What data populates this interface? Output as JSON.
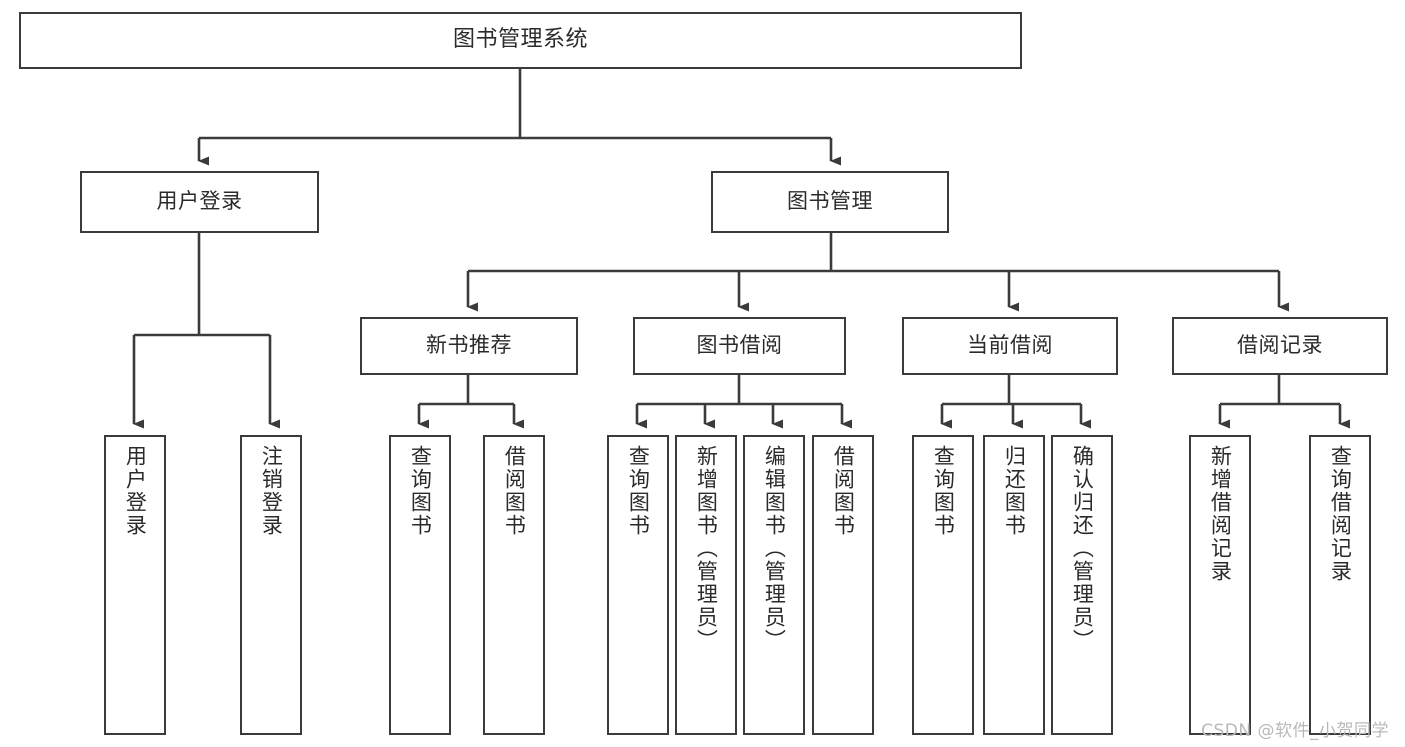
{
  "diagram": {
    "title_node": {
      "label": "图书管理系统"
    },
    "level1": [
      {
        "id": "user-login",
        "label": "用户登录"
      },
      {
        "id": "book-manage",
        "label": "图书管理"
      }
    ],
    "level2": [
      {
        "id": "new-book-rec",
        "label": "新书推荐"
      },
      {
        "id": "book-borrow",
        "label": "图书借阅"
      },
      {
        "id": "current-borrow",
        "label": "当前借阅"
      },
      {
        "id": "borrow-record",
        "label": "借阅记录"
      }
    ],
    "leaves": [
      {
        "id": "leaf-user-login",
        "label": "用户登录",
        "parent": "user-login"
      },
      {
        "id": "leaf-logout-login",
        "label": "注销登录",
        "parent": "user-login"
      },
      {
        "id": "leaf-query-book-1",
        "label": "查询图书",
        "parent": "new-book-rec"
      },
      {
        "id": "leaf-borrow-book-1",
        "label": "借阅图书",
        "parent": "new-book-rec"
      },
      {
        "id": "leaf-query-book-2",
        "label": "查询图书",
        "parent": "book-borrow"
      },
      {
        "id": "leaf-add-book",
        "label": "新增图书（管理员）",
        "parent": "book-borrow"
      },
      {
        "id": "leaf-edit-book",
        "label": "编辑图书（管理员）",
        "parent": "book-borrow"
      },
      {
        "id": "leaf-borrow-book-2",
        "label": "借阅图书",
        "parent": "book-borrow"
      },
      {
        "id": "leaf-query-book-3",
        "label": "查询图书",
        "parent": "current-borrow"
      },
      {
        "id": "leaf-return-book",
        "label": "归还图书",
        "parent": "current-borrow"
      },
      {
        "id": "leaf-confirm-return",
        "label": "确认归还（管理员）",
        "parent": "current-borrow"
      },
      {
        "id": "leaf-add-record",
        "label": "新增借阅记录",
        "parent": "borrow-record"
      },
      {
        "id": "leaf-query-record",
        "label": "查询借阅记录",
        "parent": "borrow-record"
      }
    ]
  },
  "watermark": {
    "text": "CSDN @软件_小贺同学"
  },
  "colors": {
    "stroke": "#3b3b3b",
    "text": "#2b2b2b",
    "background": "#ffffff",
    "watermark": "#b9b9b9"
  }
}
